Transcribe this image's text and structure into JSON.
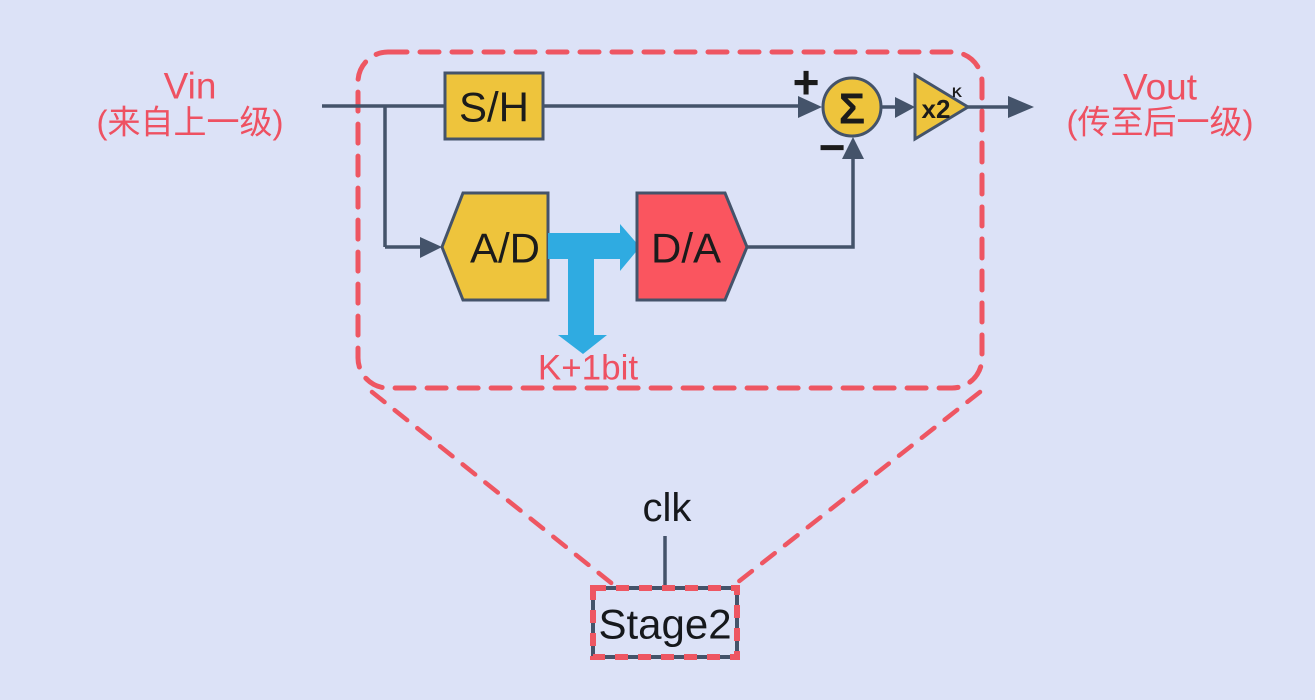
{
  "colors": {
    "background": "#dce2f7",
    "accent_red": "#ee5662",
    "text_red": "#ee5162",
    "block_yellow": "#eec43c",
    "block_red": "#fa555f",
    "arrow_blue": "#2fabe1",
    "line_dark": "#44536a",
    "text_dark": "#1b1b1b"
  },
  "diagram": {
    "input": {
      "title": "Vin",
      "subtitle": "(来自上一级)"
    },
    "output": {
      "title": "Vout",
      "subtitle": "(传至后一级)"
    },
    "blocks": {
      "sample_hold": "S/H",
      "adc": "A/D",
      "dac": "D/A",
      "summer_symbol": "Σ",
      "gain_base": "x2",
      "gain_exponent": "K"
    },
    "signs": {
      "plus": "+",
      "minus": "−"
    },
    "bus_label": "K+1bit",
    "clock_label": "clk",
    "stage_label": "Stage2"
  }
}
